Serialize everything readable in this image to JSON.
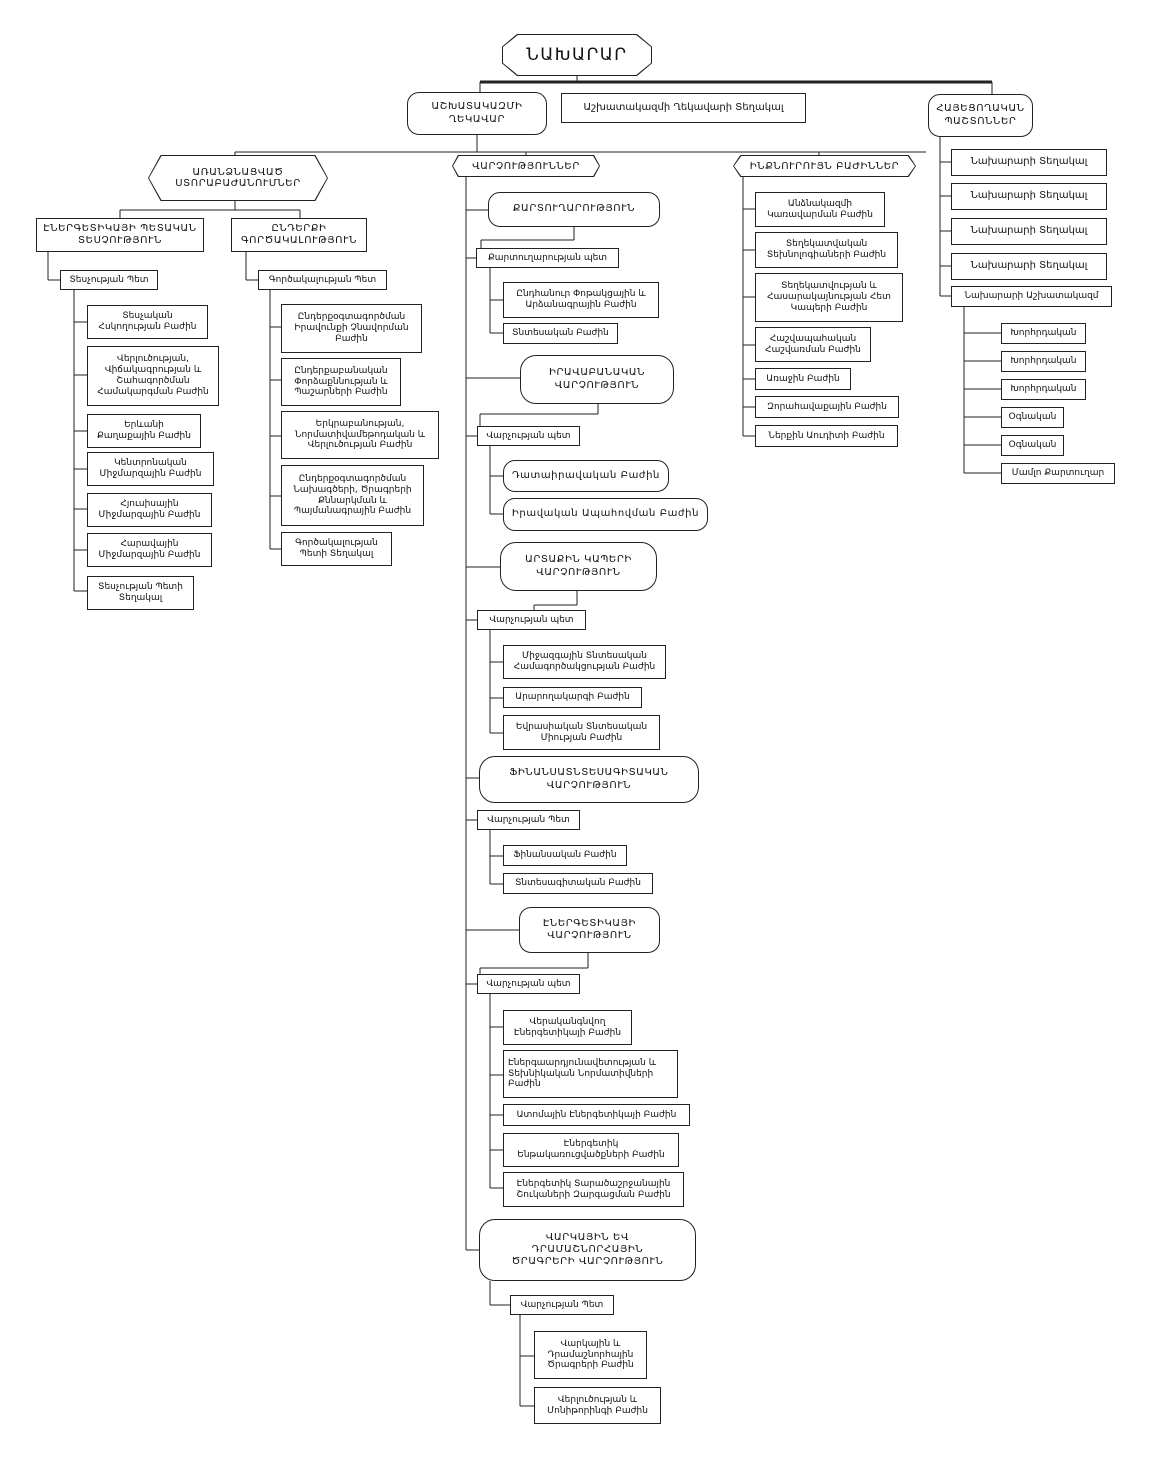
{
  "top": {
    "minister": "ՆԱԽԱՐԱՐ",
    "chief_of_staff": "ԱՇԽԱՏԱԿԱԶՄԻ\nՂԵԿԱՎԱՐ",
    "deputy_chief_of_staff": "Աշխատակազմի Ղեկավարի Տեղակալ",
    "political_positions": "ՀԱՅԵՑՈՂԱԿԱՆ\nՊԱՇՏՈՆՆԵՐ"
  },
  "branches": {
    "separate_units": "ԱՌԱՆՁՆԱՑՎԱԾ\nՍՏՈՐԱԲԱԺԱՆՈՒՄՆԵՐ",
    "departments": "ՎԱՐՉՈՒԹՅՈՒՆՆԵՐ",
    "independent_divisions": "ԻՆՔՆՈՒՐՈՒՅՆ ԲԱԺԻՆՆԵՐ"
  },
  "inspectorate": {
    "title": "ԷՆԵՐԳԵՏԻԿԱՅԻ ՊԵՏԱԿԱՆ\nՏԵՍՉՈՒԹՅՈՒՆ",
    "head": "Տեսչության Պետ",
    "units": [
      "Տեսչական\nՀսկողության  Բաժին",
      "Վերլուծության,\nՎիճակագրության և\nՇահագործման\nՀամակարգման Բաժին",
      "Երևանի\nՔաղաքային Բաժին",
      "Կենտրոնական\nՄիջմարզային Բաժին",
      "Հյուսիսային\nՄիջմարզային Բաժին",
      "Հարավային\nՄիջմարզային Բաժին",
      "Տեսչության Պետի\nՏեղակալ"
    ]
  },
  "subsoil": {
    "title": "ԸՆԴԵՐՔԻ\nԳՈՐԾԱԿԱԼՈՒԹՅՈՒՆ",
    "head": "Գործակալության Պետ",
    "units": [
      "Ընդերքօգտագործման\nԻրավունքի Չնավորման\nԲաժին",
      "Ընդերքաբանական\nՓորձաքննության և\nՊաշարների  Բաժին",
      "Երկրաբանության,\nՆորմատիվամեթոդական և\nՎերլուծության Բաժին",
      "Ընդերքօգտագործման\nՆախագծերի, Ծրագրերի\nՔննարկման և\nՊայմանագրային Բաժին",
      "Գործակալության\nՊետի Տեղակալ"
    ]
  },
  "departments": [
    {
      "title": "ՔԱՐՏՈՒՂԱՐՈՒԹՅՈՒՆ",
      "head": "Քարտուղարության պետ",
      "units": [
        "Ընդհանուր Փոթակցային և\nԱրձանագրային Բաժին",
        "Տնտեսական Բաժին"
      ]
    },
    {
      "title": "ԻՐԱՎԱԲԱՆԱԿԱՆ\nՎԱՐՉՈՒԹՅՈՒՆ",
      "head": "Վարչության պետ",
      "units": [
        "Դատաիրավական Բաժին",
        "Իրավական Ապահովման Բաժին"
      ]
    },
    {
      "title": "ԱՐՏԱՔԻՆ ԿԱՊԵՐԻ\nՎԱՐՉՈՒԹՅՈՒՆ",
      "head": "Վարչության պետ",
      "units": [
        "Միջազգային Տնտեսական\nՀամագործակցության Բաժին",
        "Արարողակարգի Բաժին",
        "Եվրասիական Տնտեսական\nՄիության Բաժին"
      ]
    },
    {
      "title": "ՖԻՆԱՆՍԱՏՆՏԵՍԱԳԻՏԱԿԱՆ\nՎԱՐՉՈՒԹՅՈՒՆ",
      "head": "Վարչության Պետ",
      "units": [
        "Ֆինանսական Բաժին",
        "Տնտեսագիտական Բաժին"
      ]
    },
    {
      "title": "ԷՆԵՐԳԵՏԻԿԱՅԻ\nՎԱՐՉՈՒԹՅՈՒՆ",
      "head": "Վարչության պետ",
      "units": [
        "Վերականգնվող\nԷներգետիկայի Բաժին",
        "Էներգաարդյունավետության և\nՏեխնիկական Նորմատիվների\nԲաժին",
        "Ատոմային Էներգետիկայի Բաժին",
        "Էներգետիկ\nԵնթակառուցվածքների  Բաժին",
        "Էներգետիկ Տարածաշրջանային\nՇուկաների Զարգացման Բաժին"
      ]
    },
    {
      "title": "ՎԱՐԿԱՅԻՆ ԵՎ\nԴՐԱՄԱՇՆՈՐՀԱՅԻՆ\nԾՐԱԳՐԵՐԻ ՎԱՐՉՈՒԹՅՈՒՆ",
      "head": "Վարչության Պետ",
      "units": [
        "Վարկային և\nԴրամաշնորհային\nԾրագրերի Բաժին",
        "Վերլուծության և\nՄոնիթորինգի Բաժին"
      ]
    }
  ],
  "independent_divisions": [
    "Անձնակազմի\nԿառավարման Բաժին",
    "Տեղեկատվական\nՏեխնոլոգիաների Բաժին",
    "Տեղեկատվության և\nՀասարակայնության Հետ\nԿապերի Բաժին",
    "Հաշվապահական\nՀաշվառման Բաժին",
    "Առաջին Բաժին",
    "Զորահավաքային Բաժին",
    "Ներքին Աուդիտի Բաժին"
  ],
  "political": {
    "deputies": [
      "Նախարարի Տեղակալ",
      "Նախարարի Տեղակալ",
      "Նախարարի Տեղակալ",
      "Նախարարի Տեղակալ"
    ],
    "office": "Նախարարի Աշխատակազմ",
    "office_staff": [
      "Խորհրդական",
      "Խորհրդական",
      "Խորհրդական",
      "Օգնական",
      "Օգնական",
      "Մամլո Քարտուղար"
    ]
  }
}
